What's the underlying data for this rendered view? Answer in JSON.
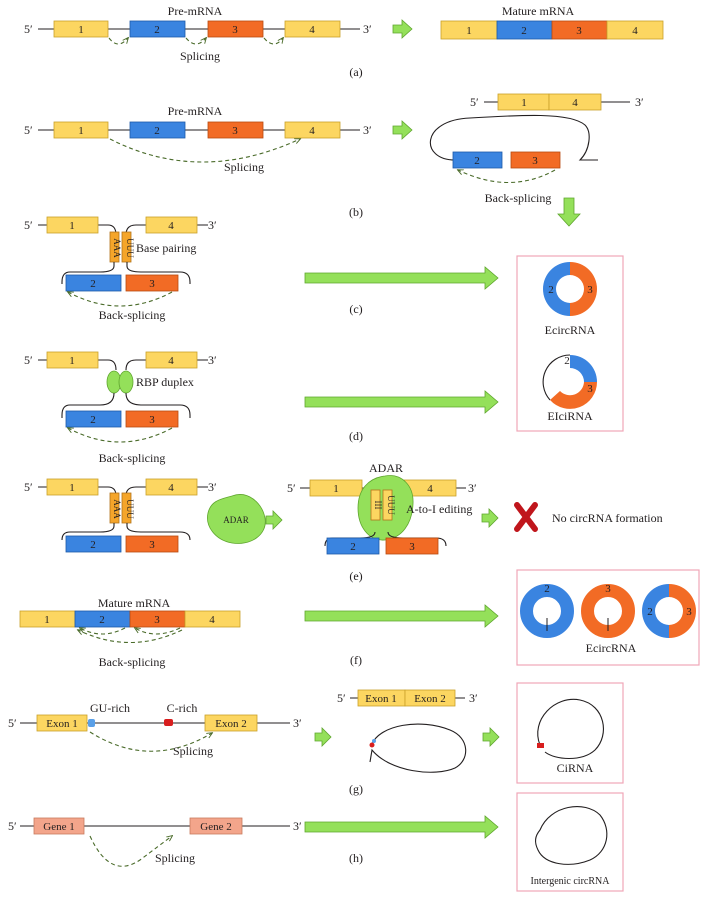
{
  "common": {
    "five": "5′",
    "three": "3′",
    "e1": "1",
    "e2": "2",
    "e3": "3",
    "e4": "4"
  },
  "a": {
    "title": "Pre-mRNA",
    "splicing": "Splicing",
    "mature": "Mature mRNA",
    "caption": "(a)"
  },
  "b": {
    "title": "Pre-mRNA",
    "splicing": "Splicing",
    "back": "Back-splicing",
    "caption": "(b)"
  },
  "c": {
    "pairing": "Base pairing",
    "pair_left": "AAA",
    "pair_right": "UUU",
    "back": "Back-splicing",
    "caption": "(c)",
    "product": "EcircRNA"
  },
  "d": {
    "rbp": "RBP duplex",
    "back": "Back-splicing",
    "caption": "(d)",
    "product": "EIciRNA"
  },
  "e": {
    "adar": "ADAR",
    "adar_top": "ADAR",
    "pair_left": "AAA",
    "pair_right": "UUU",
    "edit_left": "III",
    "edit_right": "UUU",
    "editing": "A-to-I editing",
    "no_circ": "No circRNA formation",
    "caption": "(e)"
  },
  "f": {
    "mature": "Mature mRNA",
    "back": "Back-splicing",
    "caption": "(f)",
    "product": "EcircRNA"
  },
  "g": {
    "exon1": "Exon 1",
    "exon2": "Exon 2",
    "gu": "GU-rich",
    "c_rich": "C-rich",
    "splicing": "Splicing",
    "caption": "(g)",
    "product": "CiRNA"
  },
  "h": {
    "gene1": "Gene 1",
    "gene2": "Gene 2",
    "splicing": "Splicing",
    "caption": "(h)",
    "product": "Intergenic circRNA"
  },
  "colors": {
    "exon1": "#fcd661",
    "exon2": "#3a84e0",
    "exon3": "#f26b25",
    "arrow": "#94e05a",
    "box": "#f0a6b8",
    "x_mark": "#c0161c"
  }
}
